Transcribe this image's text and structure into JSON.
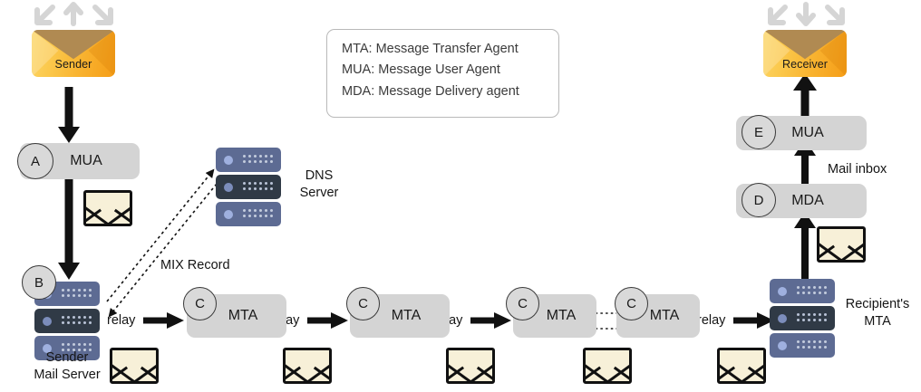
{
  "legend": {
    "lines": [
      "MTA: Message Transfer Agent",
      "MUA: Message User Agent",
      "MDA: Message Delivery agent"
    ]
  },
  "sender": {
    "envelope_label": "Sender",
    "mua_label": "MUA",
    "mua_badge": "A",
    "server_badge": "B",
    "server_label_line1": "Sender",
    "server_label_line2": "Mail Server"
  },
  "dns": {
    "label_line1": "DNS",
    "label_line2": "Server",
    "record_label": "MIX Record"
  },
  "relay_chain": {
    "relay_label": "relay",
    "mta_label": "MTA",
    "mta_badge": "C",
    "nodes": [
      {
        "badge": "C",
        "label": "MTA"
      },
      {
        "badge": "C",
        "label": "MTA"
      },
      {
        "badge": "C",
        "label": "MTA"
      },
      {
        "badge": "C",
        "label": "MTA"
      }
    ],
    "relays": [
      "relay",
      "relay",
      "relay",
      "relay"
    ]
  },
  "recipient": {
    "server_label_line1": "Recipient's",
    "server_label_line2": "MTA",
    "mda_badge": "D",
    "mda_label": "MDA",
    "mail_inbox_label": "Mail inbox",
    "mua_badge": "E",
    "mua_label": "MUA",
    "envelope_label": "Receiver"
  },
  "colors": {
    "envelope_orange": "#f9b431",
    "envelope_flap": "#b08a52",
    "small_envelope_fill": "#f7f0d8",
    "process_box": "#d4d4d4",
    "server_light": "#5d6b93",
    "server_dark": "#303a46",
    "arrow_black": "#111111",
    "hint_arrow_gray": "#d5d5d5"
  },
  "icons": {
    "sender_hint": "three-outward-arrows-icon",
    "receiver_hint": "three-inward-arrows-icon"
  }
}
